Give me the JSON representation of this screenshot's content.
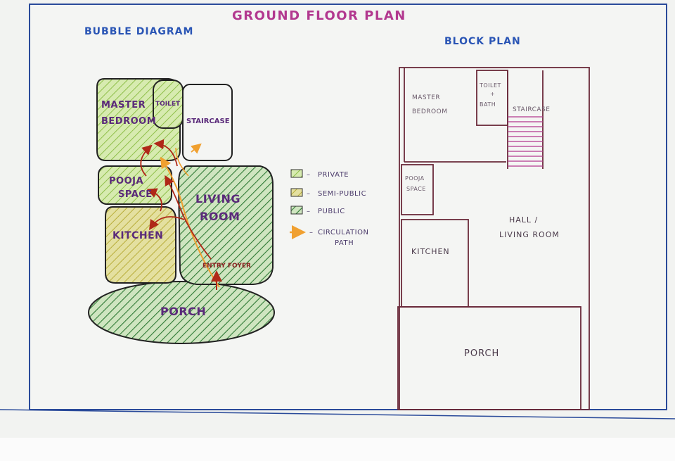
{
  "title": "GROUND FLOOR PLAN",
  "bubble_heading": "BUBBLE DIAGRAM",
  "block_heading": "BLOCK PLAN",
  "bubbles": {
    "master_bedroom_1": "MASTER",
    "master_bedroom_2": "BEDROOM",
    "toilet": "TOILET",
    "staircase": "STAIRCASE",
    "pooja_1": "POOJA",
    "pooja_2": "SPACE",
    "living_1": "LIVING",
    "living_2": "ROOM",
    "kitchen": "KITCHEN",
    "entry_foyer": "ENTRY FOYER",
    "porch": "PORCH"
  },
  "legend": [
    {
      "label": "PRIVATE",
      "color": "#c6e08a"
    },
    {
      "label": "SEMI-PUBLIC",
      "color": "#d9d97a"
    },
    {
      "label": "PUBLIC",
      "color": "#7fbf6a"
    },
    {
      "label": "CIRCULATION",
      "label2": "PATH",
      "color": "#f0a030"
    }
  ],
  "plan": {
    "master_1": "MASTER",
    "master_2": "BEDROOM",
    "toilet_1": "TOILET",
    "toilet_2": "+",
    "toilet_3": "BATH",
    "staircase": "STAIRCASE",
    "pooja_1": "POOJA",
    "pooja_2": "SPACE",
    "hall_1": "HALL /",
    "hall_2": "LIVING ROOM",
    "kitchen": "KITCHEN",
    "porch": "PORCH"
  },
  "colors": {
    "private": "#c6e08a",
    "semi_public": "#d9d97a",
    "public": "#7fbf6a",
    "circulation": "#f0a030",
    "arrow_red": "#b02818",
    "ink_purple": "#5a2a7a",
    "ink_blue": "#2a55b5",
    "ink_pink": "#b2388f",
    "plan_line": "#6a2a3a"
  }
}
